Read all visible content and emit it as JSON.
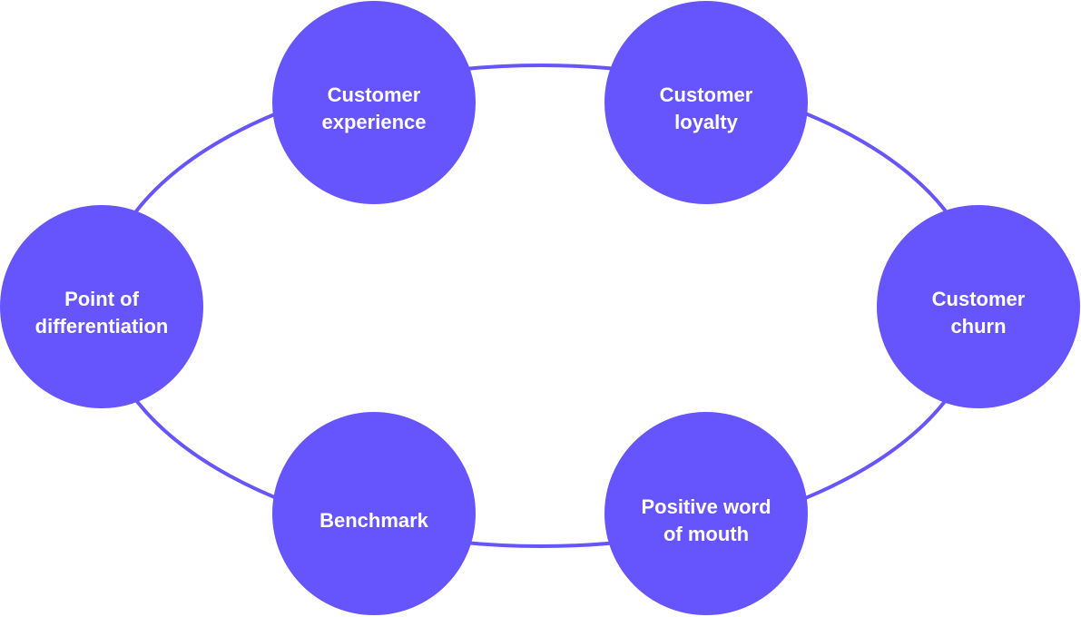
{
  "colors": {
    "node_fill": "#6655fd",
    "ring_stroke": "#6655fd",
    "label_text": "#ffffff",
    "background": "#ffffff"
  },
  "nodes": [
    {
      "id": "customer-experience",
      "lines": [
        "Customer",
        "experience"
      ]
    },
    {
      "id": "customer-loyalty",
      "lines": [
        "Customer",
        "loyalty"
      ]
    },
    {
      "id": "customer-churn",
      "lines": [
        "Customer",
        "churn"
      ]
    },
    {
      "id": "positive-word-of-mouth",
      "lines": [
        "Positive word",
        "of mouth"
      ]
    },
    {
      "id": "benchmark",
      "lines": [
        "Benchmark"
      ]
    },
    {
      "id": "point-of-differentiation",
      "lines": [
        "Point of",
        "differentiation"
      ]
    }
  ]
}
